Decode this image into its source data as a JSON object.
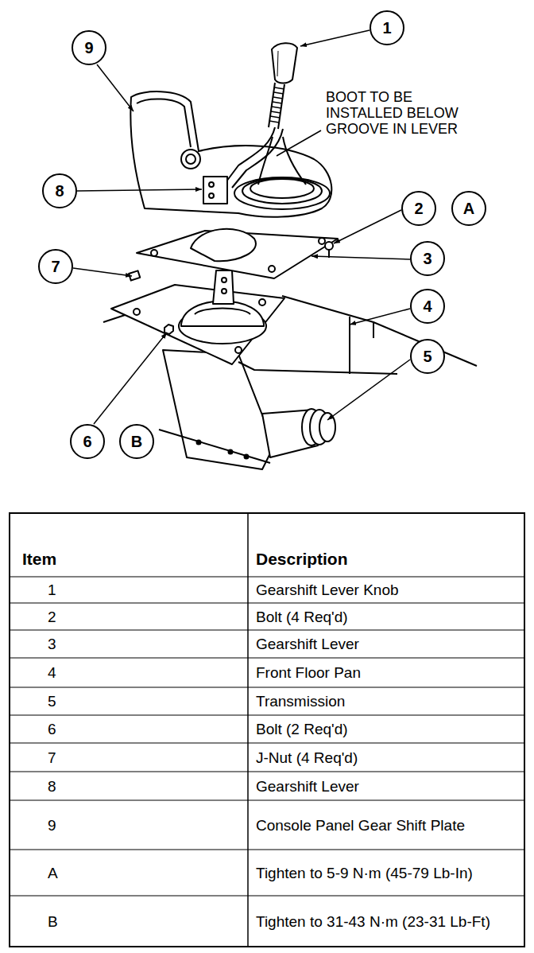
{
  "diagram": {
    "nodes": [
      {
        "text": [
          "1"
        ]
      },
      {
        "text": [
          "9"
        ]
      },
      {
        "text": [
          "8"
        ]
      },
      {
        "text": [
          "2"
        ]
      },
      {
        "text": [
          "A"
        ]
      },
      {
        "text": [
          "3"
        ]
      },
      {
        "text": [
          "7"
        ]
      },
      {
        "text": [
          "4"
        ]
      },
      {
        "text": [
          "5"
        ]
      },
      {
        "text": [
          "6"
        ]
      },
      {
        "text": [
          "B"
        ]
      }
    ],
    "edges": [],
    "labels": [
      "BOOT TO BE INSTALLED BELOW GROOVE IN LEVER",
      "Item",
      "Description",
      "1",
      "Gearshift Lever Knob",
      "2",
      "Bolt (4 Req'd)",
      "3",
      "Gearshift Lever",
      "4",
      "Front Floor Pan",
      "5",
      "Transmission",
      "6",
      "Bolt (2 Req'd)",
      "7",
      "J-Nut (4 Req'd)",
      "8",
      "Gearshift Lever",
      "9",
      "Console Panel Gear Shift Plate",
      "A",
      "Tighten to 5-9 N·m (45-79 Lb-In)",
      "B",
      "Tighten to 31-43 N·m (23-31 Lb-Ft)"
    ]
  }
}
